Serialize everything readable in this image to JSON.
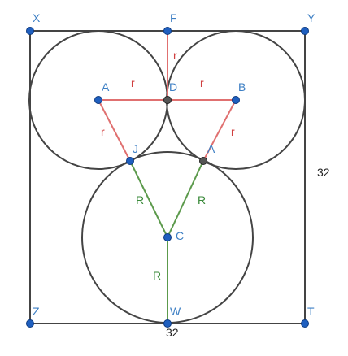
{
  "colors": {
    "outline": "#444444",
    "point_blue": "#1f5fbf",
    "point_gray": "#555555",
    "radius_red": "#e07070",
    "radius_green": "#5c9a4c",
    "label_blue": "#3d7fc4",
    "label_red": "#d04040",
    "label_green": "#3a8a3a"
  },
  "points": {
    "X": "X",
    "F": "F",
    "Y": "Y",
    "A_left": "A",
    "D": "D",
    "B": "B",
    "J": "J",
    "A_right": "A",
    "C": "C",
    "Z": "Z",
    "W": "W",
    "T": "T"
  },
  "segment_labels": {
    "r": "r",
    "R": "R"
  },
  "dimensions": {
    "side_right": "32",
    "side_bottom": "32"
  }
}
